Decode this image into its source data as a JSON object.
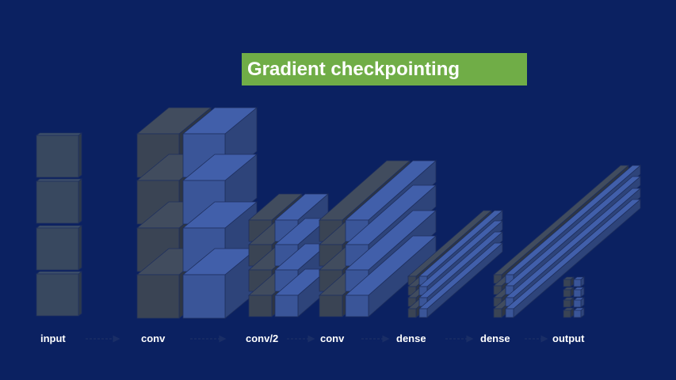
{
  "title": "Gradient checkpointing",
  "colors": {
    "background": "#0b2161",
    "banner": "#70ad47",
    "dark_block": "#3a4454",
    "light_block": "#3a5598",
    "text": "#ffffff",
    "arrow": "#1a2e66"
  },
  "layers": [
    {
      "label": "input"
    },
    {
      "label": "conv"
    },
    {
      "label": "conv/2"
    },
    {
      "label": "conv"
    },
    {
      "label": "dense"
    },
    {
      "label": "dense"
    },
    {
      "label": "output"
    }
  ]
}
